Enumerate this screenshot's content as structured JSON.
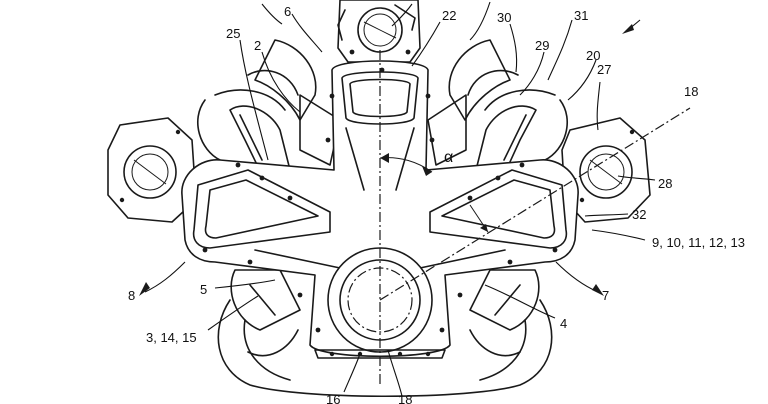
{
  "labels": {
    "l6": "6",
    "l22": "22",
    "l30": "30",
    "l31": "31",
    "l25": "25",
    "l2": "2",
    "l29": "29",
    "l20": "20",
    "l27": "27",
    "l18a": "18",
    "alpha": "α",
    "l28": "28",
    "l32": "32",
    "l9": "9, 10, 11, 12, 13",
    "l8": "8",
    "l5": "5",
    "l7": "7",
    "l4": "4",
    "l3": "3, 14, 15",
    "l16": "16",
    "l18b": "18"
  },
  "colors": {
    "line": "#1a1a1a",
    "background": "#ffffff"
  }
}
